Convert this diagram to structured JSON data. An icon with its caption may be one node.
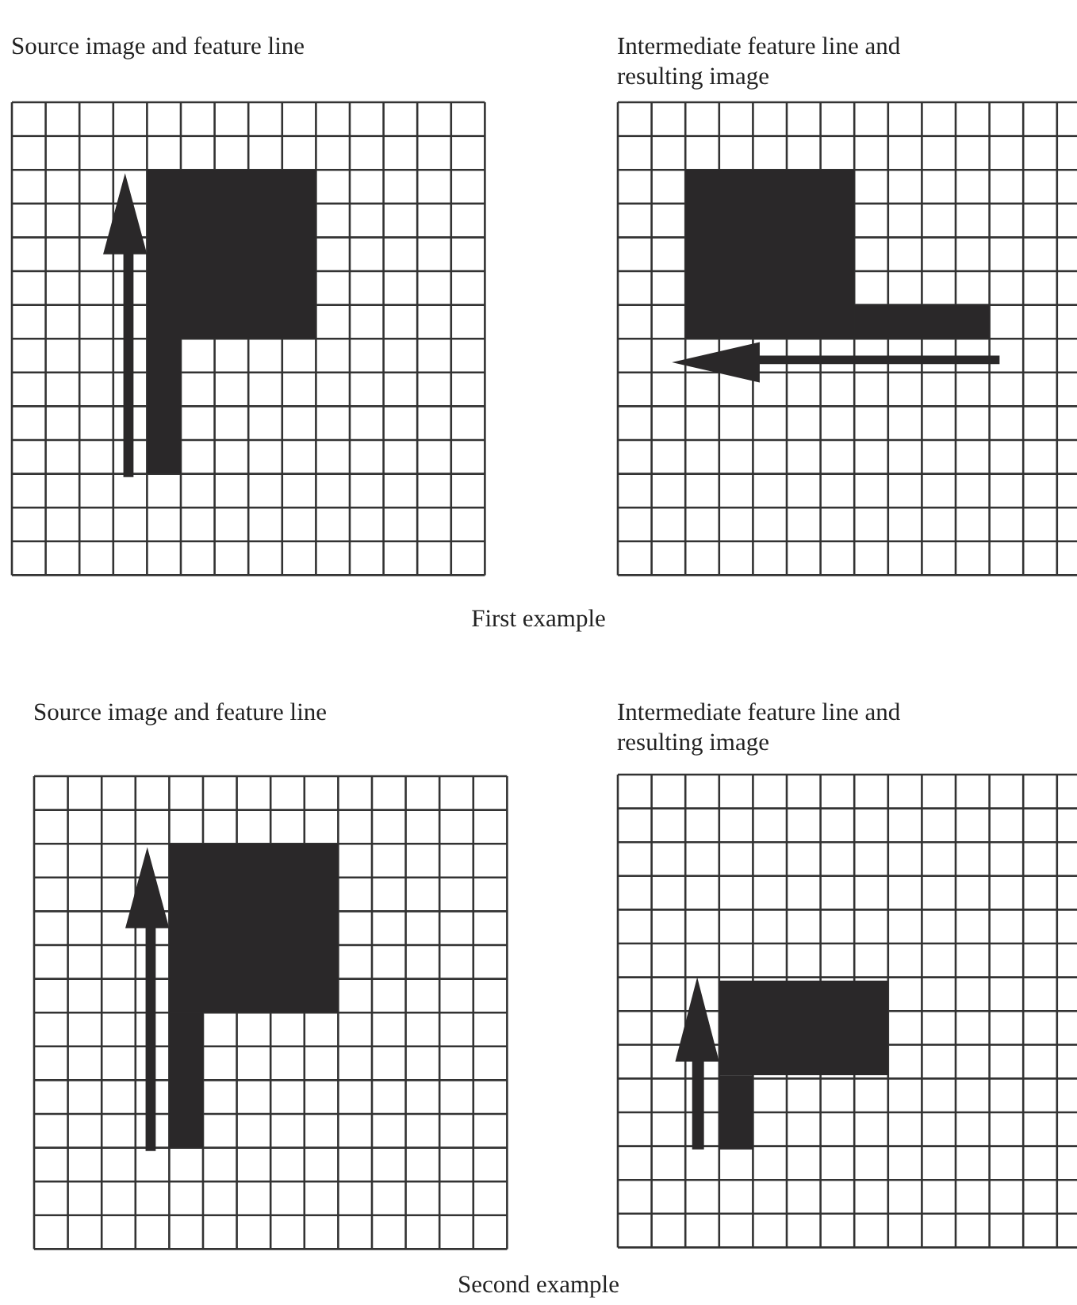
{
  "diagram": {
    "labels": [
      "Source image and feature line",
      "Intermediate feature line and resulting image",
      "First example",
      "Source image and feature line",
      "Intermediate feature line and resulting image",
      "Second example"
    ]
  }
}
